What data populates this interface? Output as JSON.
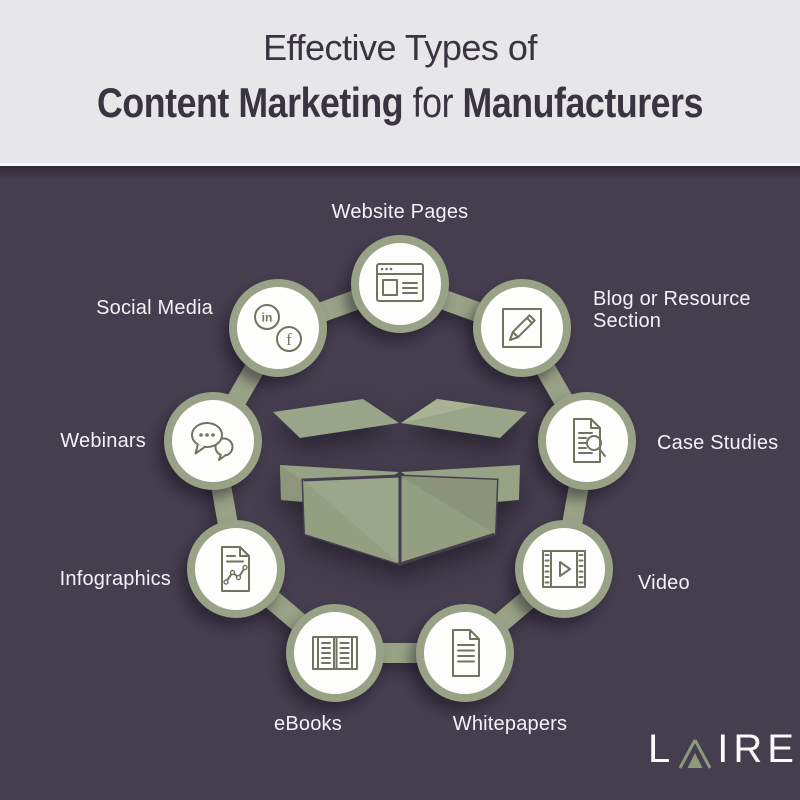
{
  "header": {
    "title_line1": "Effective Types of",
    "title_line2": {
      "bold1": "Content Marketing",
      "regular": " for ",
      "bold2": "Manufacturers"
    }
  },
  "diagram": {
    "center_icon": "open-shipping-box",
    "items": [
      {
        "label": "Website Pages",
        "icon": "browser-window-icon"
      },
      {
        "label": "Blog or Resource Section",
        "icon": "pencil-square-icon"
      },
      {
        "label": "Case Studies",
        "icon": "document-magnifier-icon"
      },
      {
        "label": "Video",
        "icon": "film-strip-play-icon"
      },
      {
        "label": "Whitepapers",
        "icon": "document-lines-icon"
      },
      {
        "label": "eBooks",
        "icon": "open-book-icon"
      },
      {
        "label": "Infographics",
        "icon": "document-chart-icon"
      },
      {
        "label": "Webinars",
        "icon": "chat-bubbles-icon"
      },
      {
        "label": "Social Media",
        "icon": "social-badges-icon"
      }
    ],
    "social_glyphs": {
      "linkedin": "in",
      "facebook": "f"
    }
  },
  "footer": {
    "logo_left": "L",
    "logo_right": "IRE"
  },
  "colors": {
    "background_dark": "#453e4f",
    "header_background": "#e7e6e8",
    "title_text": "#39343f",
    "accent_green": "#99a286",
    "icon_stroke": "#6f7560",
    "label_text": "#f2f1f4",
    "circle_fill": "#fdfdfc"
  }
}
